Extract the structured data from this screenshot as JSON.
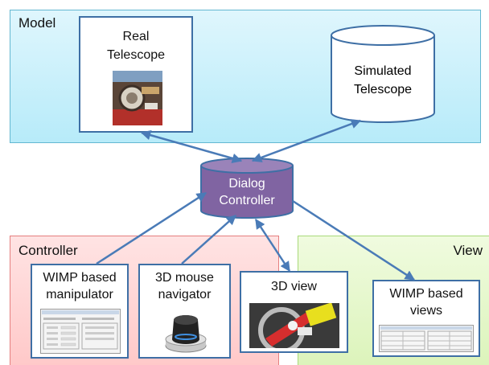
{
  "regions": {
    "model": "Model",
    "controller": "Controller",
    "view": "View"
  },
  "nodes": {
    "real_telescope": {
      "line1": "Real",
      "line2": "Telescope"
    },
    "simulated_telescope": {
      "line1": "Simulated",
      "line2": "Telescope"
    },
    "dialog_controller": {
      "line1": "Dialog",
      "line2": "Controller"
    },
    "wimp_manipulator": {
      "line1": "WIMP based",
      "line2": "manipulator"
    },
    "mouse_navigator": {
      "line1": "3D mouse",
      "line2": "navigator"
    },
    "view_3d": {
      "line1": "3D view"
    },
    "wimp_views": {
      "line1": "WIMP based",
      "line2": "views"
    }
  },
  "colors": {
    "arrow": "#4a7bb7",
    "box_border": "#3e6fa5",
    "controller_fill": "#8064a2"
  }
}
